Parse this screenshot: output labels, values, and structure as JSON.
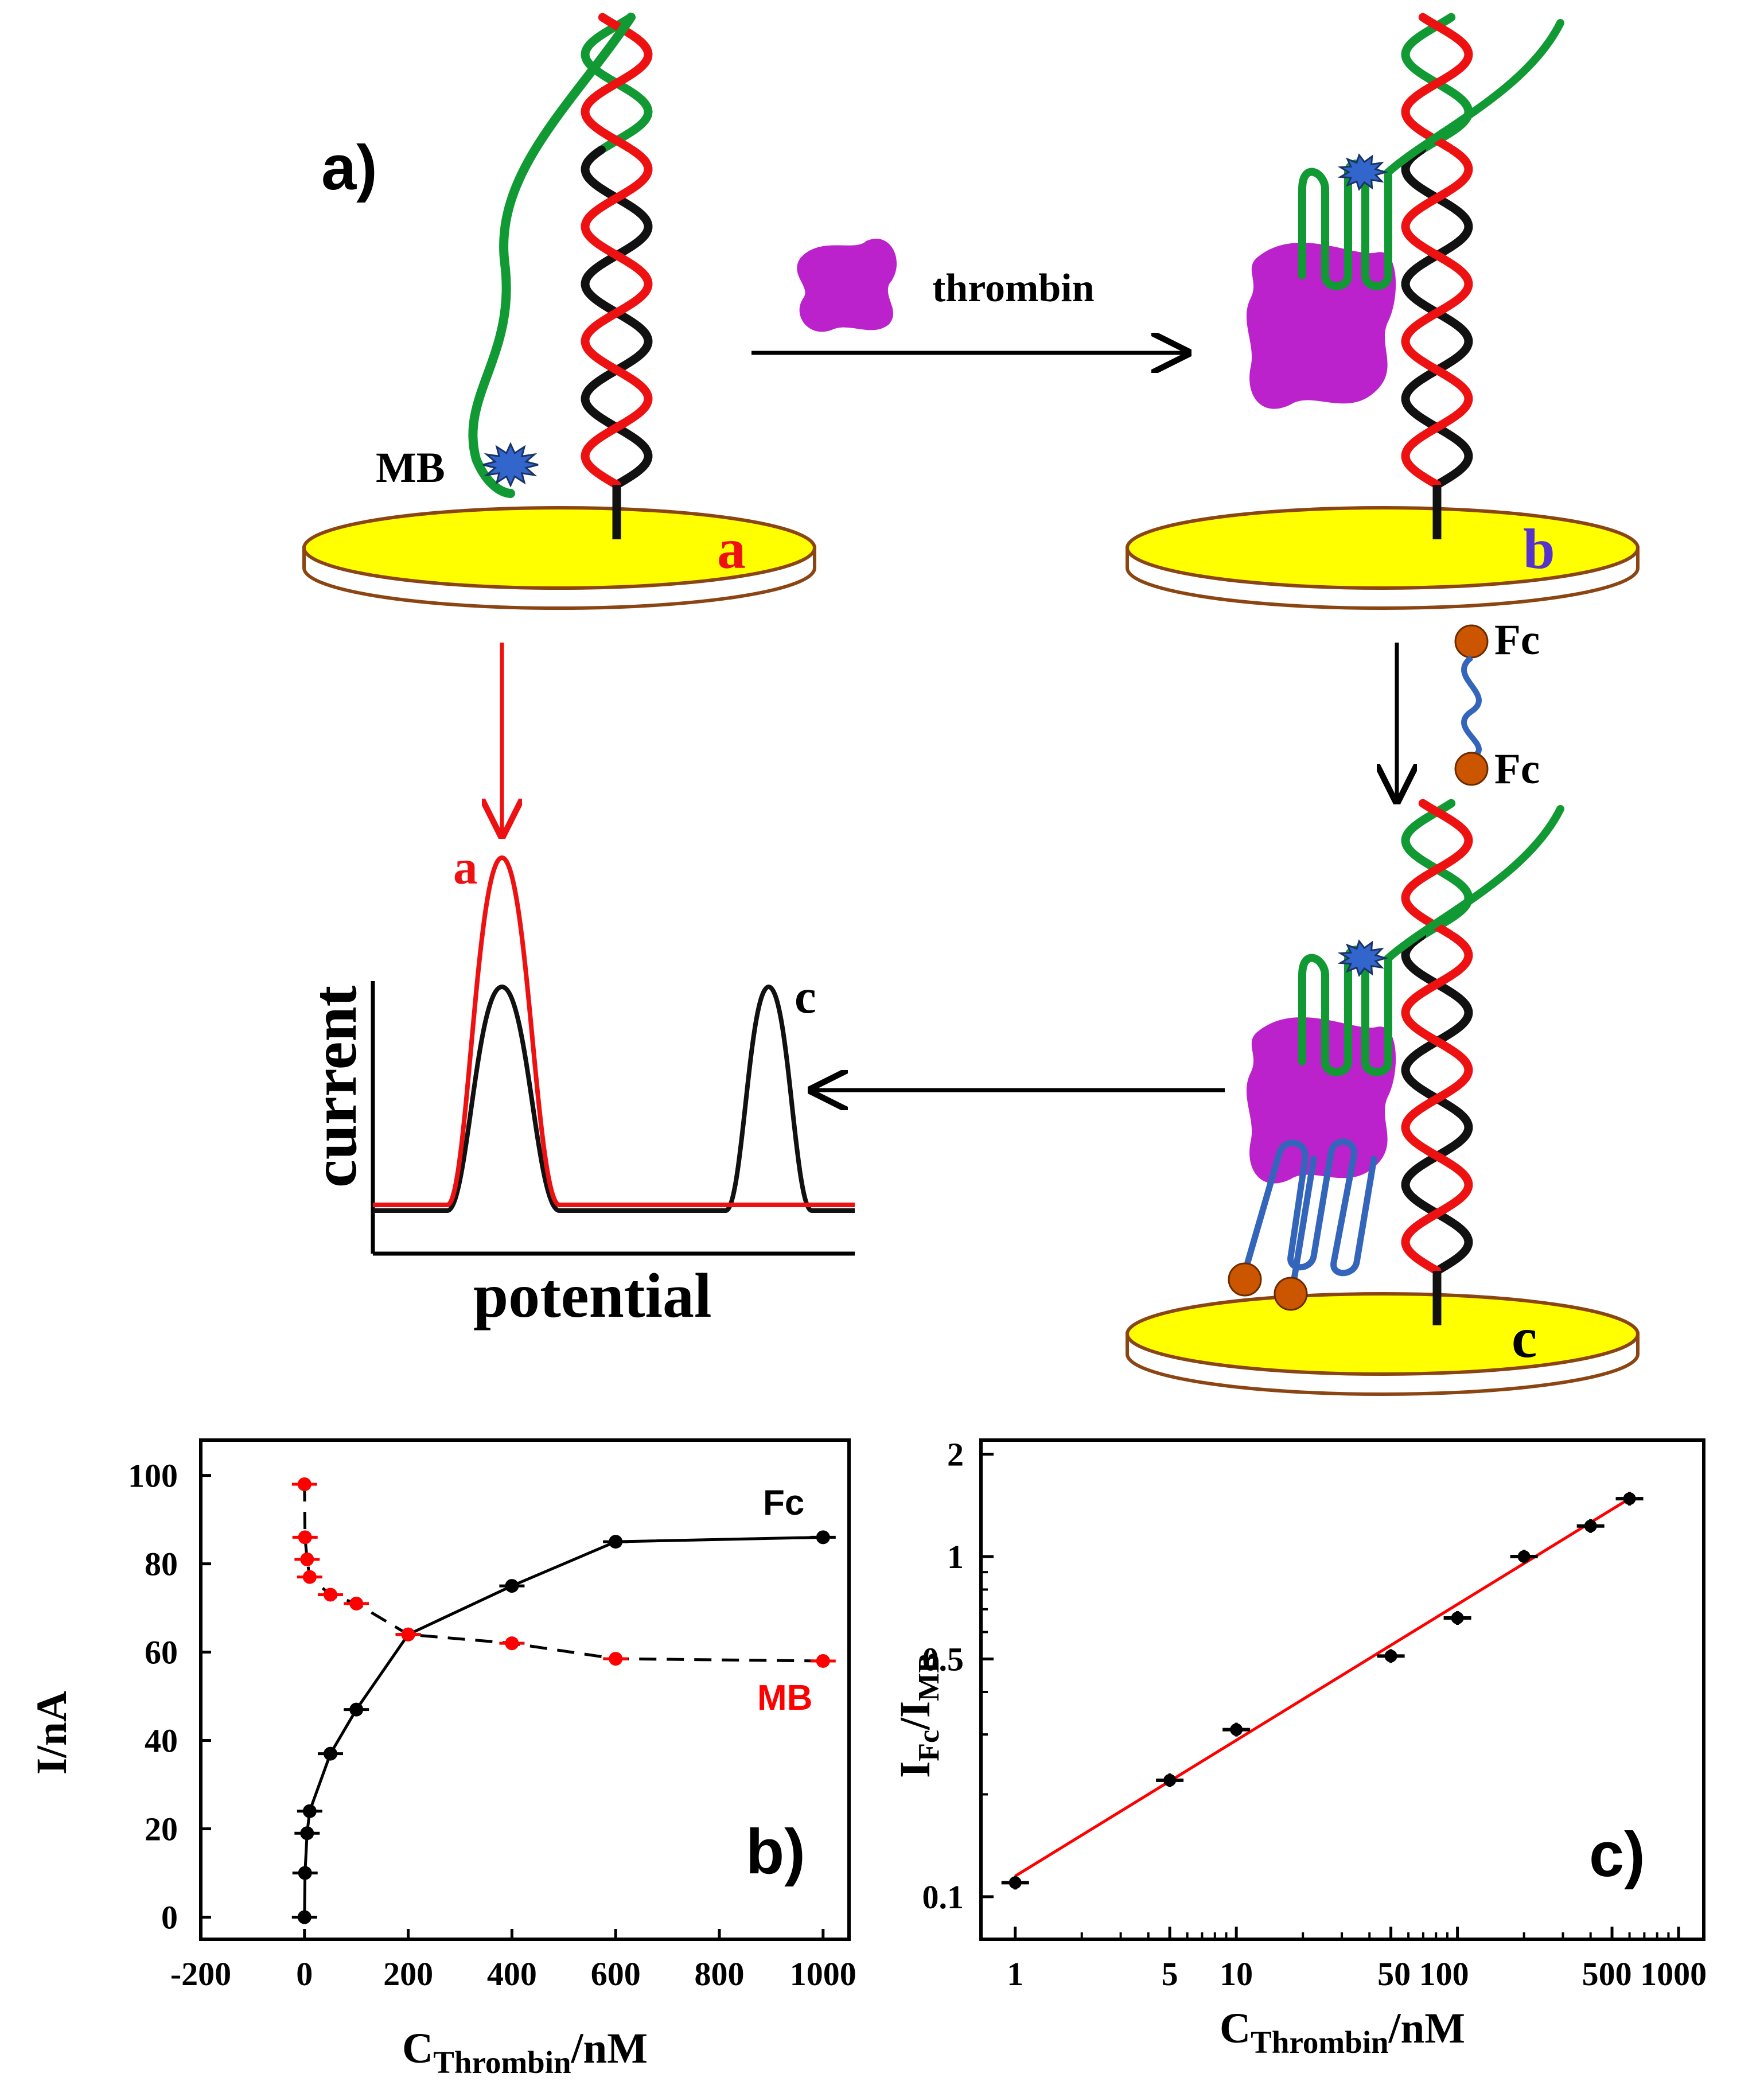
{
  "scheme": {
    "panel_label": "a)",
    "mb_label": "MB",
    "thrombin_label": "thrombin",
    "electrode_a": "a",
    "electrode_b": "b",
    "electrode_c": "c",
    "fc_label_1": "Fc",
    "fc_label_2": "Fc",
    "inset": {
      "ylabel": "current",
      "xlabel": "potential",
      "peak_a": "a",
      "peak_c": "c"
    },
    "colors": {
      "electrode": "#ffff00",
      "electrode_edge": "#8b4513",
      "strand_red": "#ee1111",
      "strand_green": "#119933",
      "strand_black": "#111111",
      "thrombin": "#bb22cc",
      "mb": "#3366cc",
      "fc": "#cc5500",
      "fc_linker": "#3366bb"
    }
  },
  "chart_data": [
    {
      "panel_label": "b)",
      "type": "line",
      "xlabel_main": "C",
      "xlabel_sub": "Thrombin",
      "xlabel_tail": "/nM",
      "ylabel": "I/nA",
      "xlim": [
        -200,
        1050
      ],
      "ylim": [
        -5,
        108
      ],
      "xticks": [
        -200,
        0,
        200,
        400,
        600,
        800,
        1000
      ],
      "yticks": [
        0,
        20,
        40,
        60,
        80,
        100
      ],
      "series": [
        {
          "name": "Fc",
          "color": "#000000",
          "dashed": false,
          "x": [
            0,
            1,
            5,
            10,
            50,
            100,
            200,
            400,
            600,
            1000
          ],
          "y": [
            0,
            10,
            19,
            24,
            37,
            47,
            64,
            75,
            85,
            86
          ]
        },
        {
          "name": "MB",
          "color": "#ff0000",
          "dashed": true,
          "x": [
            0,
            1,
            5,
            10,
            50,
            100,
            200,
            400,
            600,
            1000
          ],
          "y": [
            98,
            86,
            81,
            77,
            73,
            71,
            64,
            62,
            58.5,
            58
          ]
        }
      ]
    },
    {
      "panel_label": "c)",
      "type": "scatter",
      "xlabel_main": "C",
      "xlabel_sub": "Thrombin",
      "xlabel_tail": "/nM",
      "ylabel_main": "I",
      "ylabel_sub1": "Fc",
      "ylabel_mid": "/I",
      "ylabel_sub2": "MB",
      "xscale": "log",
      "yscale": "log",
      "xlim": [
        0.7,
        1300
      ],
      "ylim": [
        0.075,
        2.2
      ],
      "xticks": [
        1,
        5,
        10,
        50,
        100,
        500,
        1000
      ],
      "xticklabels": [
        "1",
        "5",
        "10",
        "50 100",
        "500 1000"
      ],
      "yticks": [
        0.1,
        0.5,
        1,
        2
      ],
      "yticklabels": [
        "0.1",
        "0.5",
        "1",
        "2"
      ],
      "points": {
        "x": [
          1,
          5,
          10,
          50,
          100,
          200,
          400,
          600
        ],
        "y": [
          0.11,
          0.22,
          0.31,
          0.51,
          0.66,
          1.0,
          1.23,
          1.48
        ]
      },
      "fit": {
        "color": "#ff0000",
        "x": [
          1,
          620
        ],
        "y": [
          0.115,
          1.5
        ]
      }
    }
  ]
}
